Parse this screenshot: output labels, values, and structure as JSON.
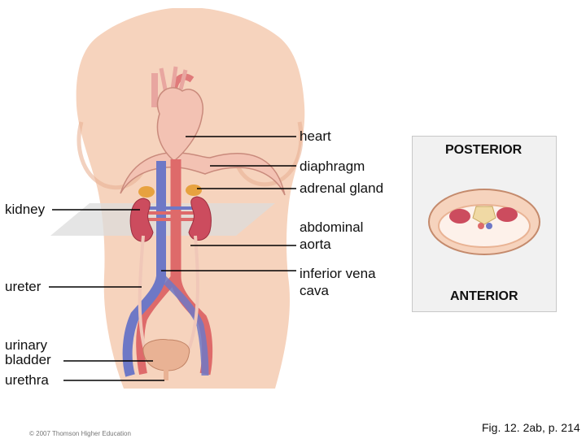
{
  "labels": {
    "heart": "heart",
    "diaphragm": "diaphragm",
    "adrenal_gland": "adrenal gland",
    "kidney": "kidney",
    "abdominal_aorta_line1": "abdominal",
    "abdominal_aorta_line2": "aorta",
    "inferior_vena_cava_line1": "inferior vena",
    "inferior_vena_cava_line2": "cava",
    "ureter": "ureter",
    "urinary_bladder_line1": "urinary",
    "urinary_bladder_line2": "bladder",
    "urethra": "urethra"
  },
  "inset": {
    "posterior": "POSTERIOR",
    "anterior": "ANTERIOR"
  },
  "caption": "Fig. 12. 2ab, p. 214",
  "copyright": "© 2007 Thomson Higher Education",
  "colors": {
    "skin": "#f6d3bd",
    "skin_shadow": "#e9b394",
    "artery": "#de6a6a",
    "vein": "#6e78c6",
    "kidney": "#cc4c5e",
    "adrenal": "#e7a23f",
    "heart": "#f3c2b3"
  }
}
